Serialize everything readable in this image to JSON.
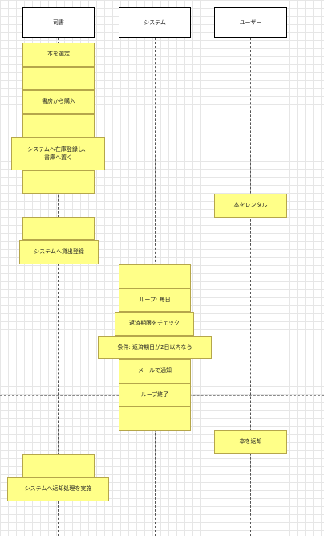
{
  "actors": {
    "librarian": "司書",
    "system": "システム",
    "user": "ユーザー"
  },
  "notes": {
    "select_books": "本を選定",
    "buy_from_bookstore": "書房から購入",
    "register_shelf": "システムへ在庫登録し、\n書庫へ置く",
    "rent_book": "本をレンタル",
    "register_checkout": "システムへ貸出登録",
    "loop_daily": "ループ: 毎日",
    "check_deadline": "返済期限をチェック",
    "condition": "条件: 返済期日が2日以内なら",
    "send_email": "メールで通知",
    "loop_end": "ループ終了",
    "return_book": "本を返却",
    "process_return": "システムへ返却処理を実施"
  },
  "colors": {
    "note_fill": "#ffff88",
    "note_border": "#b5a64b",
    "grid": "#e6e6e6"
  }
}
